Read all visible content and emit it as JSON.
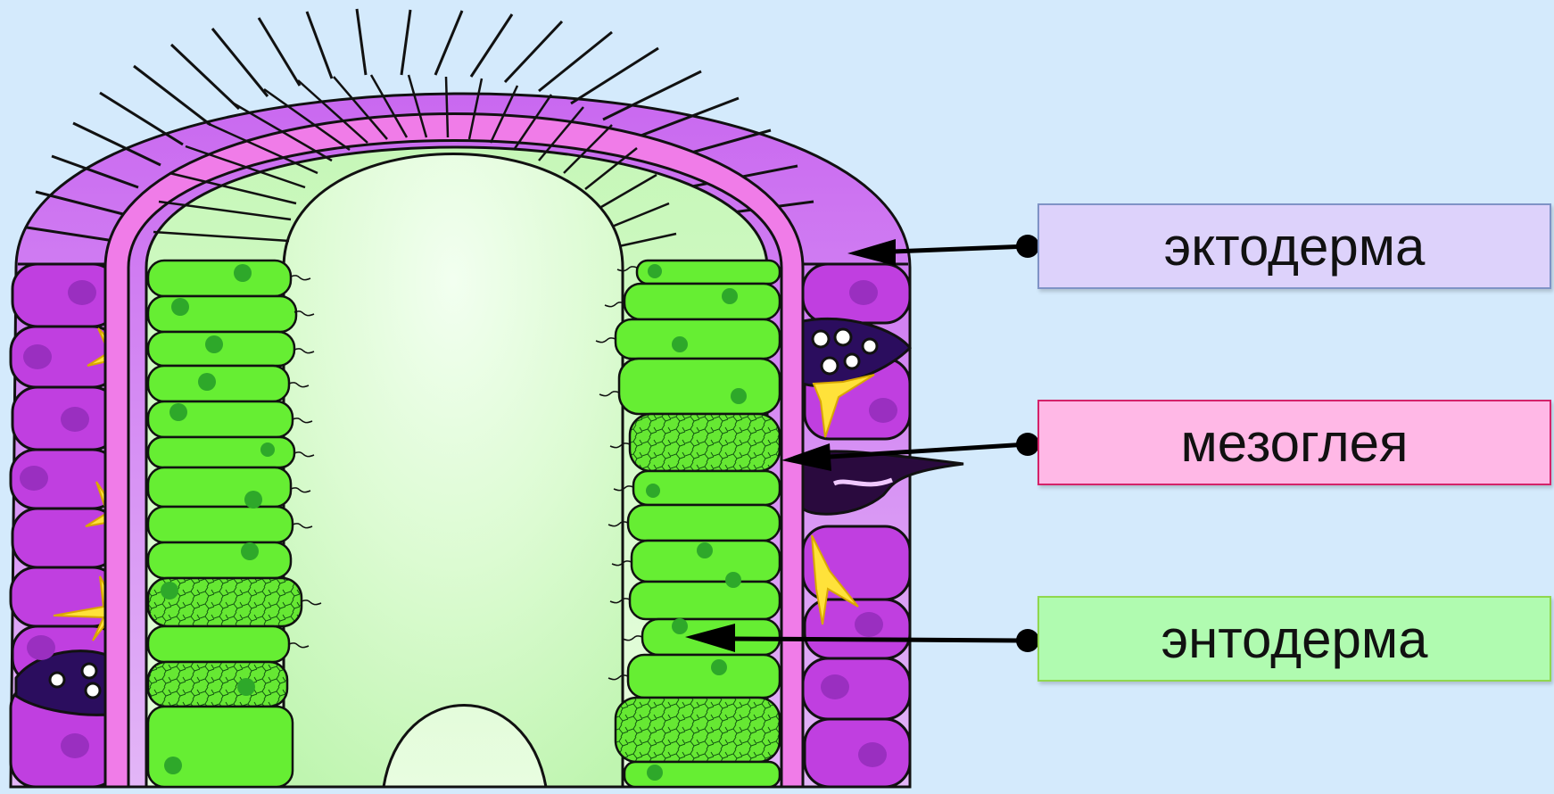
{
  "labels": {
    "ectoderm": "эктодерма",
    "mesoglea": "мезоглея",
    "endoderm": "энтодерма"
  },
  "colors": {
    "background": "#d4eafc",
    "ectoderm": "#c45ee8",
    "mesoglea": "#f07ce8",
    "endoderm": "#66ee33",
    "cavity": "#ddfbd4",
    "arrow": "#000000",
    "cell_outline": "#111111"
  }
}
